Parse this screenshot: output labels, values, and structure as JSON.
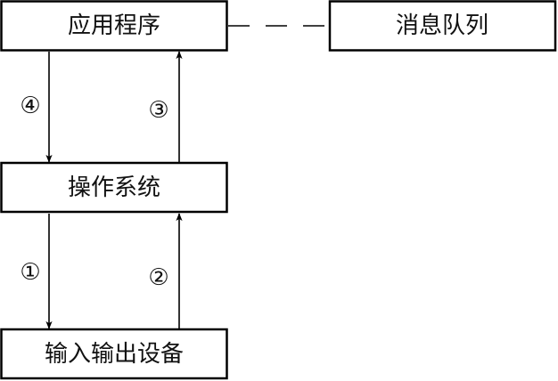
{
  "boxes": {
    "application": "应用程序",
    "message_queue": "消息队列",
    "operating_system": "操作系统",
    "io_devices": "输入输出设备"
  },
  "steps": {
    "s1": "①",
    "s2": "②",
    "s3": "③",
    "s4": "④"
  }
}
